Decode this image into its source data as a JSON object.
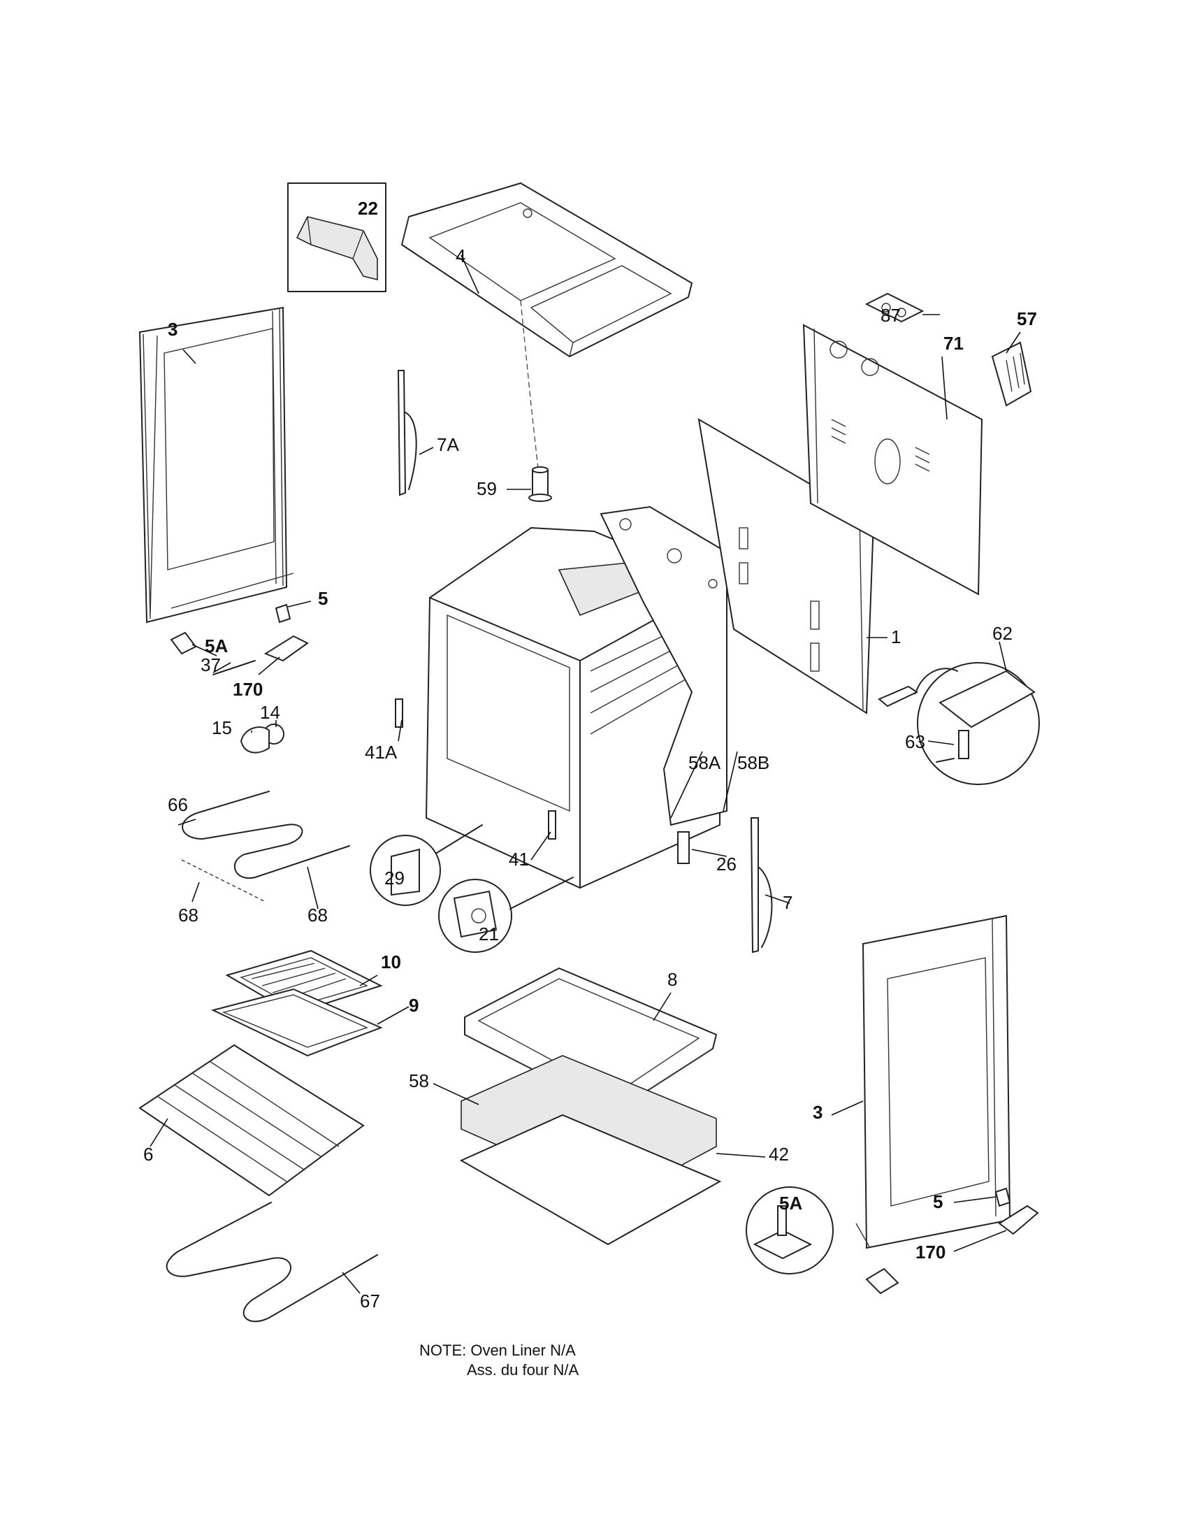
{
  "callouts": {
    "p1": "1",
    "p3_left": "3",
    "p3_right": "3",
    "p4": "4",
    "p5_left": "5",
    "p5_right": "5",
    "p5A_left": "5A",
    "p5A_right": "5A",
    "p6": "6",
    "p7": "7",
    "p7A": "7A",
    "p8": "8",
    "p9": "9",
    "p10": "10",
    "p14": "14",
    "p15": "15",
    "p21": "21",
    "p22": "22",
    "p26": "26",
    "p29": "29",
    "p37": "37",
    "p41": "41",
    "p41A": "41A",
    "p42": "42",
    "p57": "57",
    "p58": "58",
    "p58A": "58A",
    "p58B": "58B",
    "p59": "59",
    "p62": "62",
    "p63": "63",
    "p66": "66",
    "p67": "67",
    "p68_a": "68",
    "p68_b": "68",
    "p71": "71",
    "p87": "87",
    "p170_left": "170",
    "p170_right": "170"
  },
  "note": {
    "line1": "NOTE: Oven Liner N/A",
    "line2": "Ass. du four N/A"
  }
}
